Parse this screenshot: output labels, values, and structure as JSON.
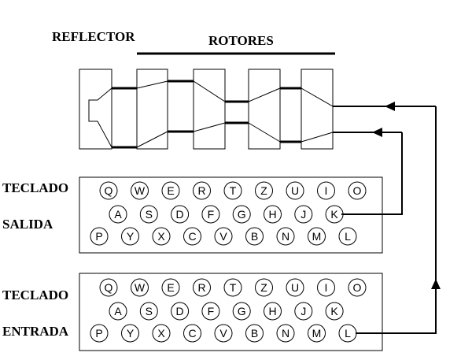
{
  "labels": {
    "reflector": "REFLECTOR",
    "rotors": "ROTORES",
    "output_keyboard_line1": "TECLADO",
    "output_keyboard_line2": "SALIDA",
    "input_keyboard_line1": "TECLADO",
    "input_keyboard_line2": "ENTRADA"
  },
  "keyboard_rows": [
    [
      "Q",
      "W",
      "E",
      "R",
      "T",
      "Z",
      "U",
      "I",
      "O"
    ],
    [
      "A",
      "S",
      "D",
      "F",
      "G",
      "H",
      "J",
      "K"
    ],
    [
      "P",
      "Y",
      "X",
      "C",
      "V",
      "B",
      "N",
      "M",
      "L"
    ]
  ],
  "colors": {
    "stroke": "#000000",
    "background": "#ffffff"
  }
}
